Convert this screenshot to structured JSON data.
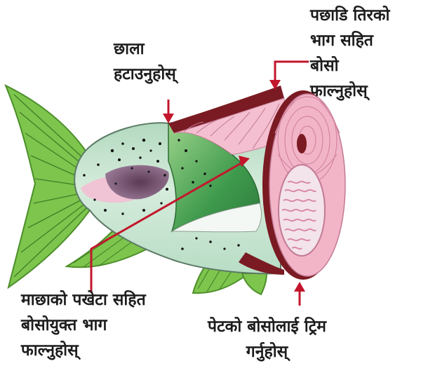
{
  "labels": {
    "remove_skin": [
      "छाला",
      "हटाउनुहोस्"
    ],
    "remove_back_fat": [
      "पछाडि तिरको",
      "भाग सहित",
      "बोसो",
      "फाल्नुहोस्"
    ],
    "remove_fin_fat": [
      "माछाको पखेटा सहित",
      "बोसोयुक्त भाग",
      "फाल्नुहोस्"
    ],
    "trim_belly_fat": [
      "पेटको  बोसोलाई  ट्रिम",
      "गर्नुहोस्"
    ]
  },
  "colors": {
    "fin_green": "#7dc54d",
    "fin_stroke": "#4d8f2a",
    "body_light": "#c7e3cf",
    "flesh_pink": "#f2b5c8",
    "dark_red": "#7a1a22",
    "arrow_red": "#c3162c",
    "label_text": "#1c1c1c"
  }
}
